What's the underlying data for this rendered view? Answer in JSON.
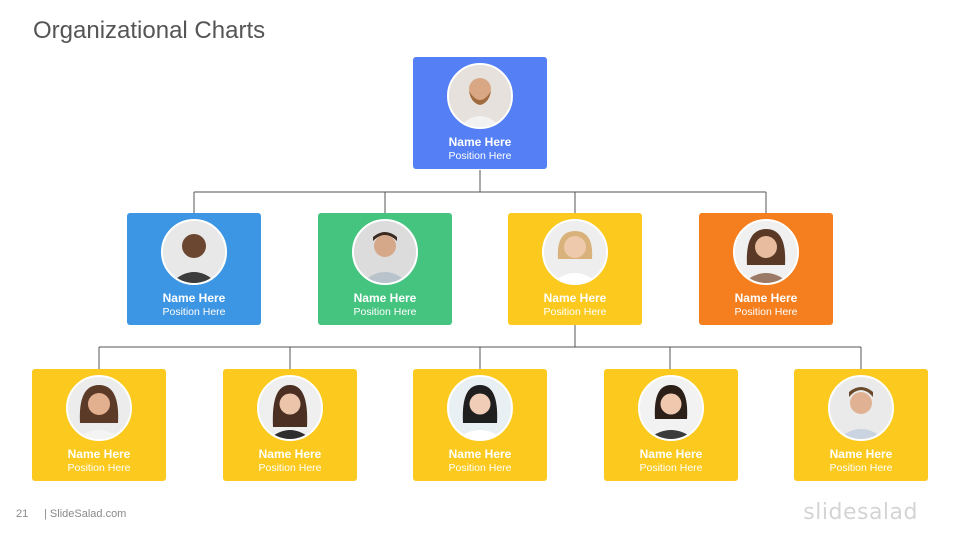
{
  "slide": {
    "title": "Organizational Charts",
    "page_number": "21",
    "site": "| SlideSalad.com",
    "brand": "slidesalad"
  },
  "colors": {
    "blue_top": "#5580f5",
    "blue": "#3d96e3",
    "green": "#45c480",
    "yellow": "#fcca1e",
    "orange": "#f57e1e",
    "line": "#555555"
  },
  "levels": {
    "top": [
      {
        "name": "Name Here",
        "position": "Position Here",
        "color": "#5580f5"
      }
    ],
    "middle": [
      {
        "name": "Name Here",
        "position": "Position Here",
        "color": "#3d96e3"
      },
      {
        "name": "Name Here",
        "position": "Position Here",
        "color": "#45c480"
      },
      {
        "name": "Name Here",
        "position": "Position Here",
        "color": "#fcca1e"
      },
      {
        "name": "Name Here",
        "position": "Position Here",
        "color": "#f57e1e"
      }
    ],
    "bottom": [
      {
        "name": "Name Here",
        "position": "Position Here",
        "color": "#fcca1e"
      },
      {
        "name": "Name Here",
        "position": "Position Here",
        "color": "#fcca1e"
      },
      {
        "name": "Name Here",
        "position": "Position Here",
        "color": "#fcca1e"
      },
      {
        "name": "Name Here",
        "position": "Position Here",
        "color": "#fcca1e"
      },
      {
        "name": "Name Here",
        "position": "Position Here",
        "color": "#fcca1e"
      }
    ]
  }
}
